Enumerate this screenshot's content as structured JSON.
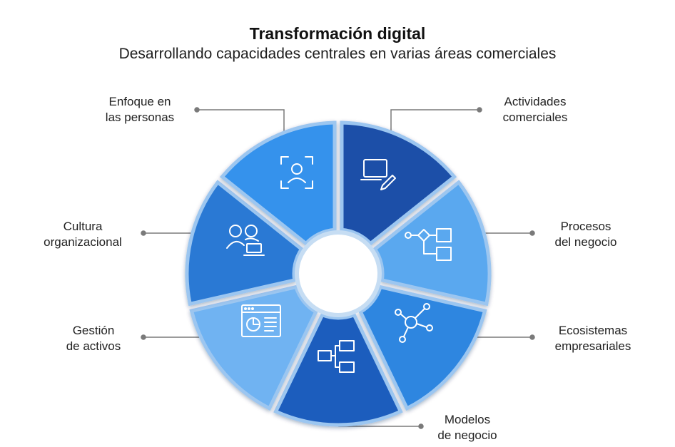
{
  "header": {
    "title": "Transformación digital",
    "subtitle": "Desarrollando capacidades centrales en varias áreas comerciales"
  },
  "segments": [
    {
      "id": "activities",
      "lines": [
        "Actividades",
        "comerciales"
      ],
      "icon": "laptop-pen-icon",
      "color": "#1d4fa8"
    },
    {
      "id": "processes",
      "lines": [
        "Procesos",
        "del negocio"
      ],
      "icon": "process-flow-icon",
      "color": "#5aa8ef"
    },
    {
      "id": "ecosystems",
      "lines": [
        "Ecosistemas",
        "empresariales"
      ],
      "icon": "network-nodes-icon",
      "color": "#2f86e0"
    },
    {
      "id": "models",
      "lines": [
        "Modelos",
        "de negocio"
      ],
      "icon": "org-chart-icon",
      "color": "#1e5dbd"
    },
    {
      "id": "assets",
      "lines": [
        "Gestión",
        "de activos"
      ],
      "icon": "dashboard-chart-icon",
      "color": "#6fb3f2"
    },
    {
      "id": "culture",
      "lines": [
        "Cultura",
        "organizacional"
      ],
      "icon": "people-laptop-icon",
      "color": "#2b79d4"
    },
    {
      "id": "people",
      "lines": [
        "Enfoque en",
        "las personas"
      ],
      "icon": "person-focus-icon",
      "color": "#3592ec"
    }
  ]
}
